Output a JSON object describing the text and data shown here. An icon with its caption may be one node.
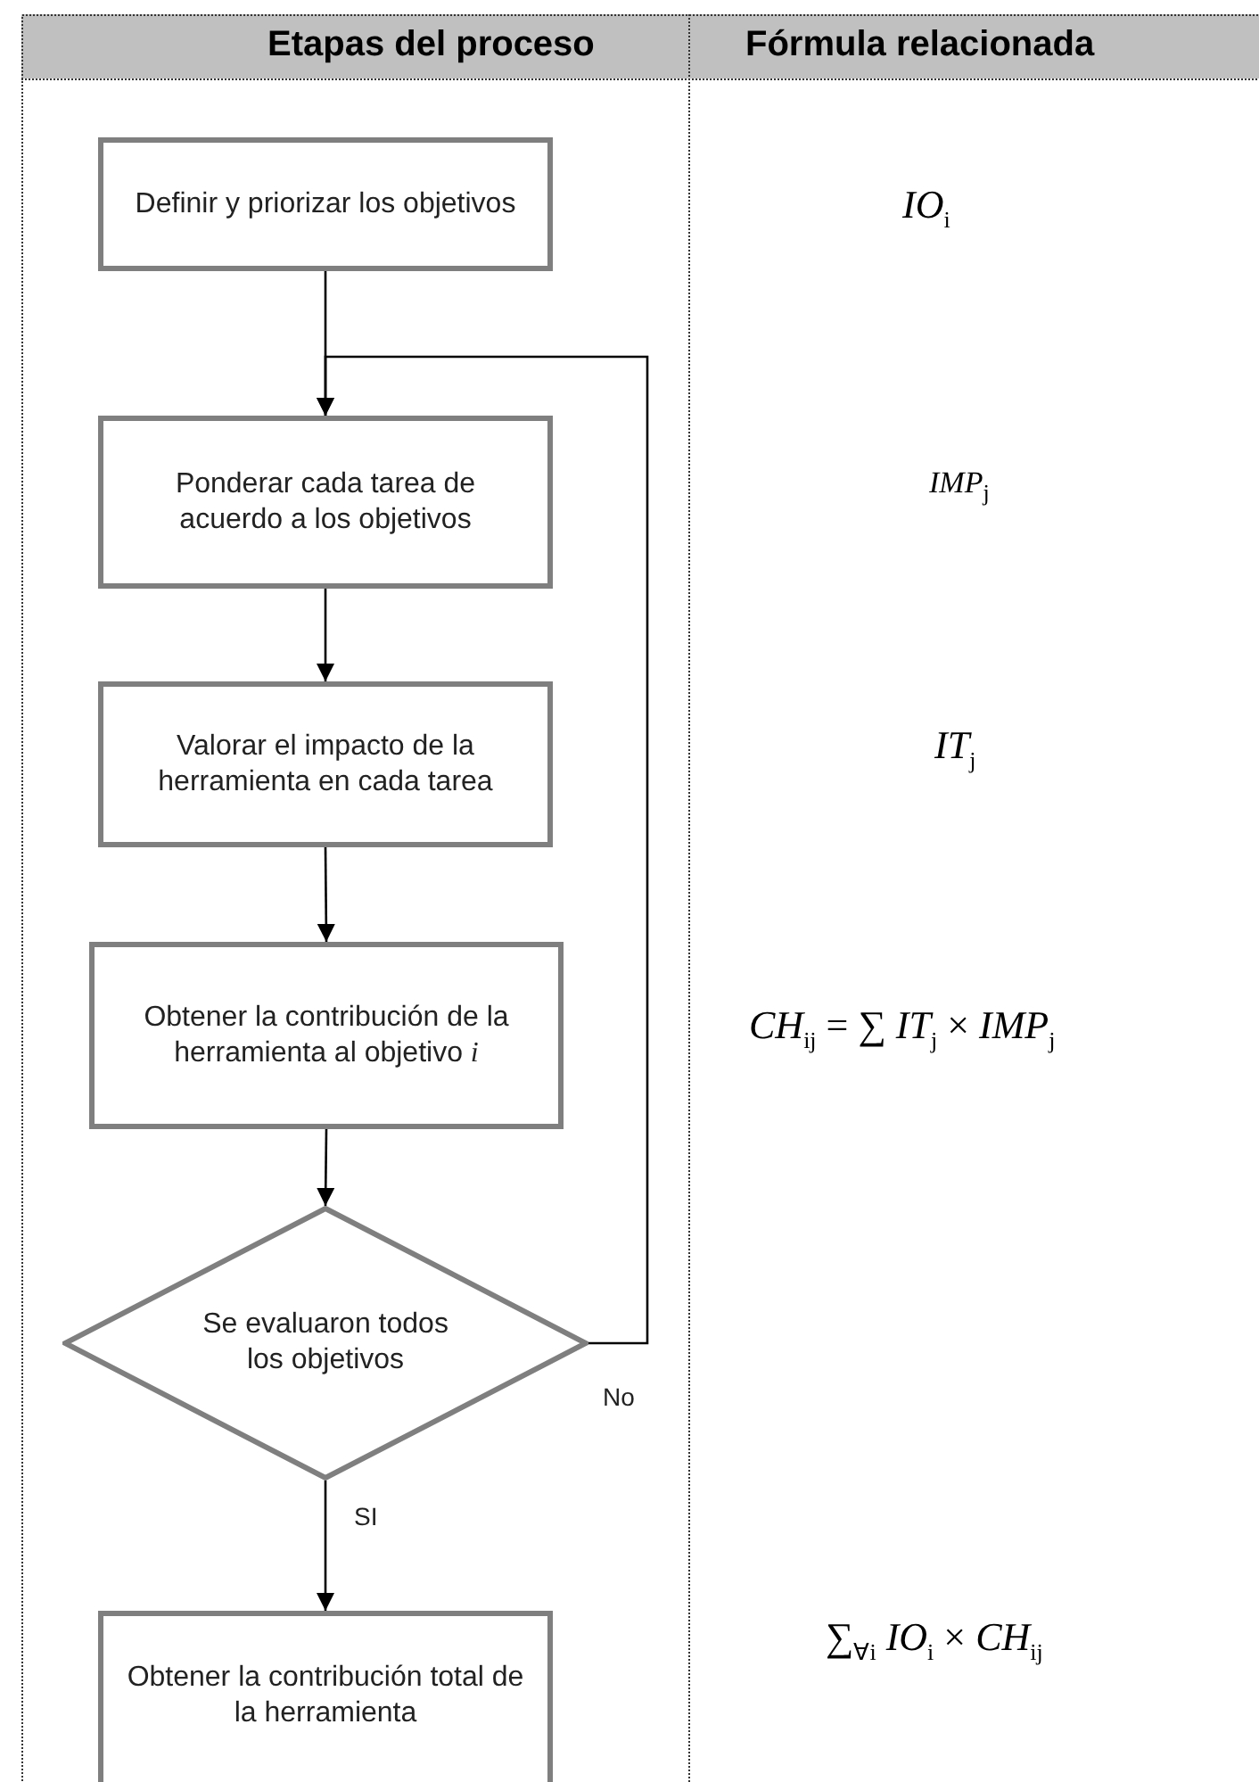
{
  "diagram": {
    "nodes": [
      {
        "text": [
          "Definir y priorizar los objetivos"
        ]
      },
      {
        "text": [
          "Ponderar cada tarea de acuerdo a los objetivos"
        ]
      },
      {
        "text": [
          "Valorar el impacto de la herramienta en cada tarea"
        ]
      },
      {
        "text": [
          "Obtener la contribución de la herramienta al objetivo *i*"
        ]
      },
      {
        "text": [
          "Se evaluaron todos los objetivos"
        ]
      },
      {
        "text": [
          "Obtener la contribución total de la herramienta"
        ]
      }
    ],
    "edges": [
      {
        "from": 0,
        "to": 1,
        "arrow": "to"
      },
      {
        "from": 1,
        "to": 2,
        "arrow": "to"
      },
      {
        "from": 2,
        "to": 3,
        "arrow": "to"
      },
      {
        "from": 3,
        "to": 4,
        "arrow": "to"
      },
      {
        "from": 4,
        "to": 1,
        "arrow": "to",
        "label": "No"
      },
      {
        "from": 4,
        "to": 5,
        "arrow": "to",
        "label": "SI"
      }
    ],
    "labels": [
      "Etapas del proceso",
      "Fórmula relacionada",
      "*IO*$_{i}$",
      "*IMP*$_{j}$",
      "*IT*$_{j}$",
      "*CH*$_{ij}$ = ∑ *IT*$_{j}$ × *IMP*$_{j}$",
      "∑$_{∀i}$ *IO*$_{i}$ × *CH*$_{ij}$"
    ]
  }
}
